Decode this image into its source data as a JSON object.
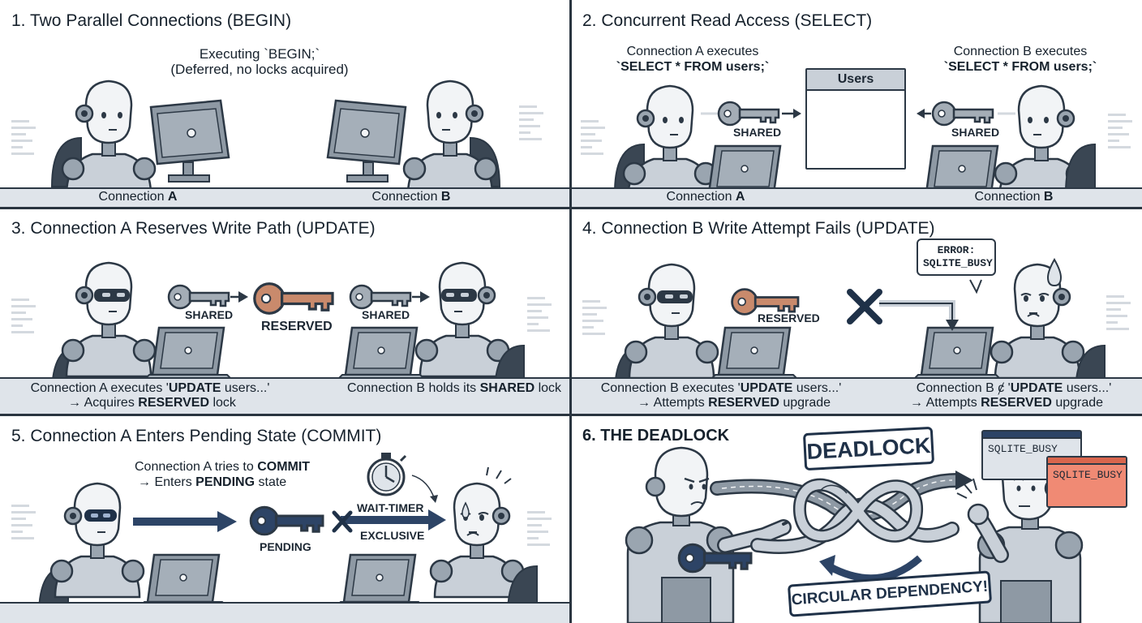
{
  "panels": [
    {
      "title": "1. Two Parallel Connections (BEGIN)",
      "note_line1": "Executing `BEGIN;`",
      "note_line2": "(Deferred, no locks acquired)",
      "caption_a_prefix": "Connection ",
      "caption_a_bold": "A",
      "caption_b_prefix": "Connection ",
      "caption_b_bold": "B"
    },
    {
      "title": "2. Concurrent Read Access (SELECT)",
      "note_a_line1": "Connection A executes",
      "note_a_line2": "`SELECT * FROM users;`",
      "note_b_line1": "Connection B executes",
      "note_b_line2": "`SELECT * FROM users;`",
      "table_title": "Users",
      "key_a_label": "SHARED",
      "key_b_label": "SHARED",
      "caption_a_prefix": "Connection ",
      "caption_a_bold": "A",
      "caption_b_prefix": "Connection ",
      "caption_b_bold": "B"
    },
    {
      "title": "3. Connection A Reserves Write Path (UPDATE)",
      "key_left_label": "SHARED",
      "key_center_label": "RESERVED",
      "key_right_label": "SHARED",
      "caption_a_line1_prefix": "Connection A executes '",
      "caption_a_line1_bold": "UPDATE",
      "caption_a_line1_suffix": " users...'",
      "caption_a_line2_prefix": "→ Acquires ",
      "caption_a_line2_bold": "RESERVED",
      "caption_a_line2_suffix": " lock",
      "caption_b_prefix": "Connection B holds its ",
      "caption_b_bold": "SHARED",
      "caption_b_suffix": " lock"
    },
    {
      "title": "4. Connection B Write Attempt Fails (UPDATE)",
      "bubble_line1": "ERROR:",
      "bubble_line2": "SQLITE_BUSY",
      "key_label": "RESERVED",
      "caption_a_line1_prefix": "Connection B executes '",
      "caption_a_line1_bold": "UPDATE",
      "caption_a_line1_suffix": " users...'",
      "caption_a_line2_prefix": "→ Attempts ",
      "caption_a_line2_bold": "RESERVED",
      "caption_a_line2_suffix": " upgrade",
      "caption_b_line1_prefix": "Connection B ȼ '",
      "caption_b_line1_bold": "UPDATE",
      "caption_b_line1_suffix": " users...'",
      "caption_b_line2_prefix": "→ Attempts ",
      "caption_b_line2_bold": "RESERVED",
      "caption_b_line2_suffix": " upgrade"
    },
    {
      "title": "5. Connection A Enters Pending State (COMMIT)",
      "note_line1_prefix": "Connection A tries to ",
      "note_line1_bold": "COMMIT",
      "note_line2_prefix": "→ Enters ",
      "note_line2_bold": "PENDING",
      "note_line2_suffix": " state",
      "key_label": "PENDING",
      "timer_label": "WAIT-TIMER",
      "exclusive_label": "EXCLUSIVE"
    },
    {
      "title": "6. THE DEADLOCK",
      "stamp_top": "DEADLOCK",
      "stamp_bottom": "CIRCULAR DEPENDENCY!",
      "error_1": "SQLITE_BUSY",
      "error_2": "SQLITE_BUSY"
    }
  ],
  "colors": {
    "ink": "#2c3845",
    "robot_face": "#f2f4f6",
    "robot_body": "#c9d0d8",
    "desk_gray": "#8e99a4",
    "key_gray": "#a4adb6",
    "key_reserved": "#c98a6c",
    "key_pending": "#2d4466",
    "error_red": "#f08a74"
  }
}
